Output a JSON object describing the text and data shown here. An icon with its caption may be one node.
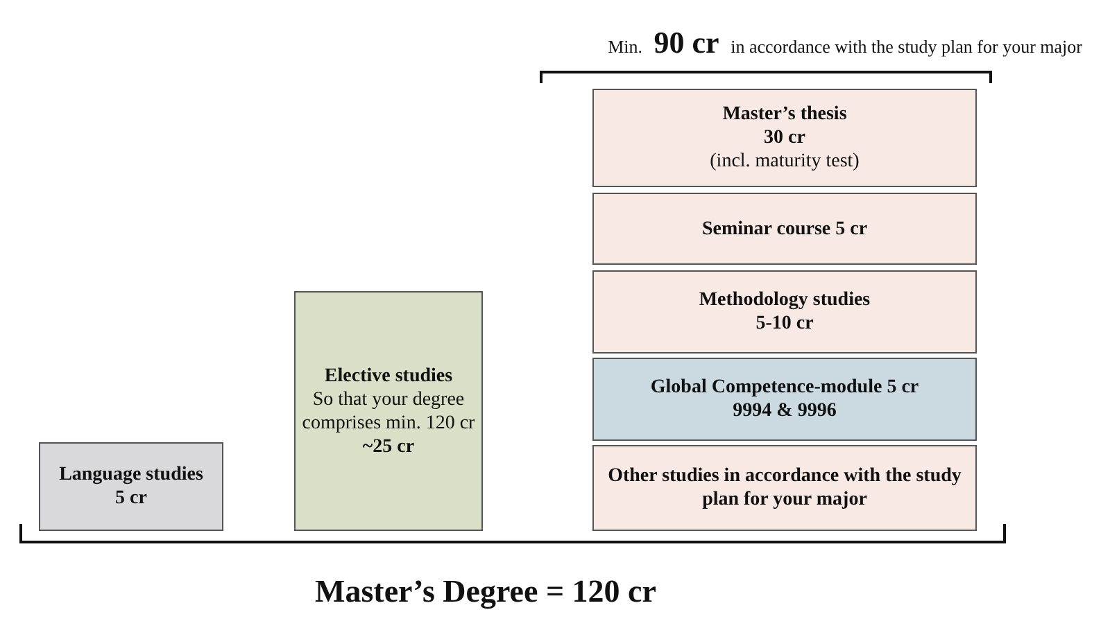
{
  "diagram": {
    "nodes": [
      {
        "text": [
          "Language studies",
          "5 cr"
        ]
      },
      {
        "text": [
          "Elective studies",
          "So that your degree comprises min. 120 cr",
          "~25 cr"
        ]
      },
      {
        "text": [
          "Master’s thesis",
          "30 cr",
          "(incl. maturity test)"
        ]
      },
      {
        "text": [
          "Seminar course 5 cr"
        ]
      },
      {
        "text": [
          "Methodology studies",
          "5-10 cr"
        ]
      },
      {
        "text": [
          "Global Competence-module 5 cr",
          "9994 & 9996"
        ]
      },
      {
        "text": [
          "Other studies in accordance with the study plan for your major"
        ]
      }
    ],
    "labels": [
      "Min. **90 cr** in accordance with the study plan for your major",
      "Master’s Degree = 120 cr"
    ]
  }
}
